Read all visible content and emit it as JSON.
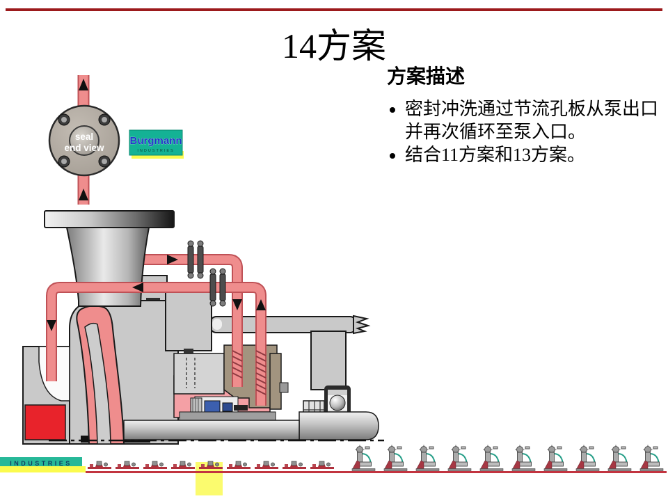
{
  "slide": {
    "title": "14方案",
    "description": {
      "heading": "方案描述",
      "bullets": [
        "密封冲洗通过节流孔板从泵出口并再次循环至泵入口。",
        "结合11方案和13方案。"
      ]
    }
  },
  "seal_end_view": {
    "line1": "seal",
    "line2": "end view"
  },
  "logo": {
    "name": "Burgmann",
    "subtext": "INDUSTRIES"
  },
  "footer": {
    "brand_strip": "INDUSTRIES",
    "left_icon_count": 9,
    "right_icon_count": 10
  },
  "icons": {
    "pump-plan-icon-small": "tiny red/gray pump pictogram",
    "pump-plan-icon-large": "gray pump with red foot and teal pipe pictogram",
    "orifice-fitting-icon": "bolted twin-flange orifice plate",
    "flow-arrow-icon": "black triangular flow arrow"
  },
  "colors": {
    "top_rule": "#9c1a1c",
    "pipe_pink": "#ef8d8d",
    "pipe_edge": "#bf5156",
    "fluid_red": "#e8232b",
    "chamber_pink": "#f4a0a5",
    "gland_tan": "#a2947f",
    "seal_blue": "#3c5fae",
    "logo_teal": "#14b295",
    "strip_teal": "#27b898",
    "strip_yellow": "#fbfb4e",
    "underline_red": "#c23440",
    "casing_gray": "#c9c9c9"
  }
}
